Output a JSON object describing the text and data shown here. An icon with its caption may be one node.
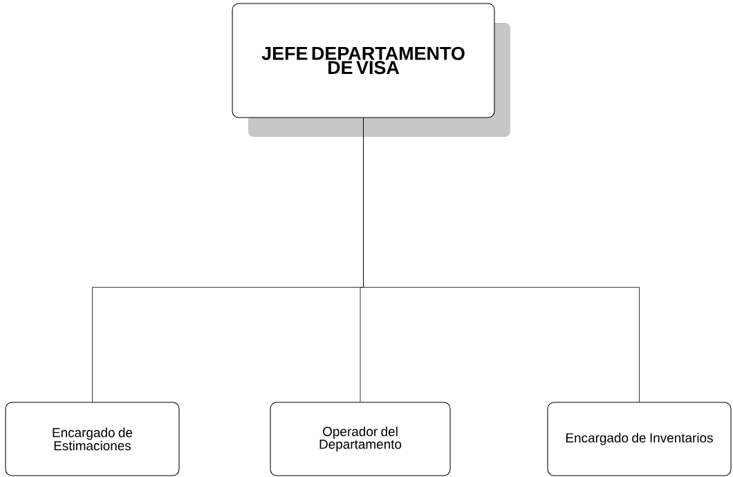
{
  "diagram": {
    "nodes": [
      {
        "text": [
          "JEFE DEPARTAMENTO DE VISA"
        ]
      },
      {
        "text": [
          "Encargado de Estimaciones"
        ]
      },
      {
        "text": [
          "Operador del Departamento"
        ]
      },
      {
        "text": [
          "Encargado de Inventarios"
        ]
      }
    ],
    "edges": [
      {
        "from": 0,
        "to": 1,
        "arrow": "none"
      },
      {
        "from": 0,
        "to": 2,
        "arrow": "none"
      },
      {
        "from": 0,
        "to": 3,
        "arrow": "none"
      }
    ]
  }
}
